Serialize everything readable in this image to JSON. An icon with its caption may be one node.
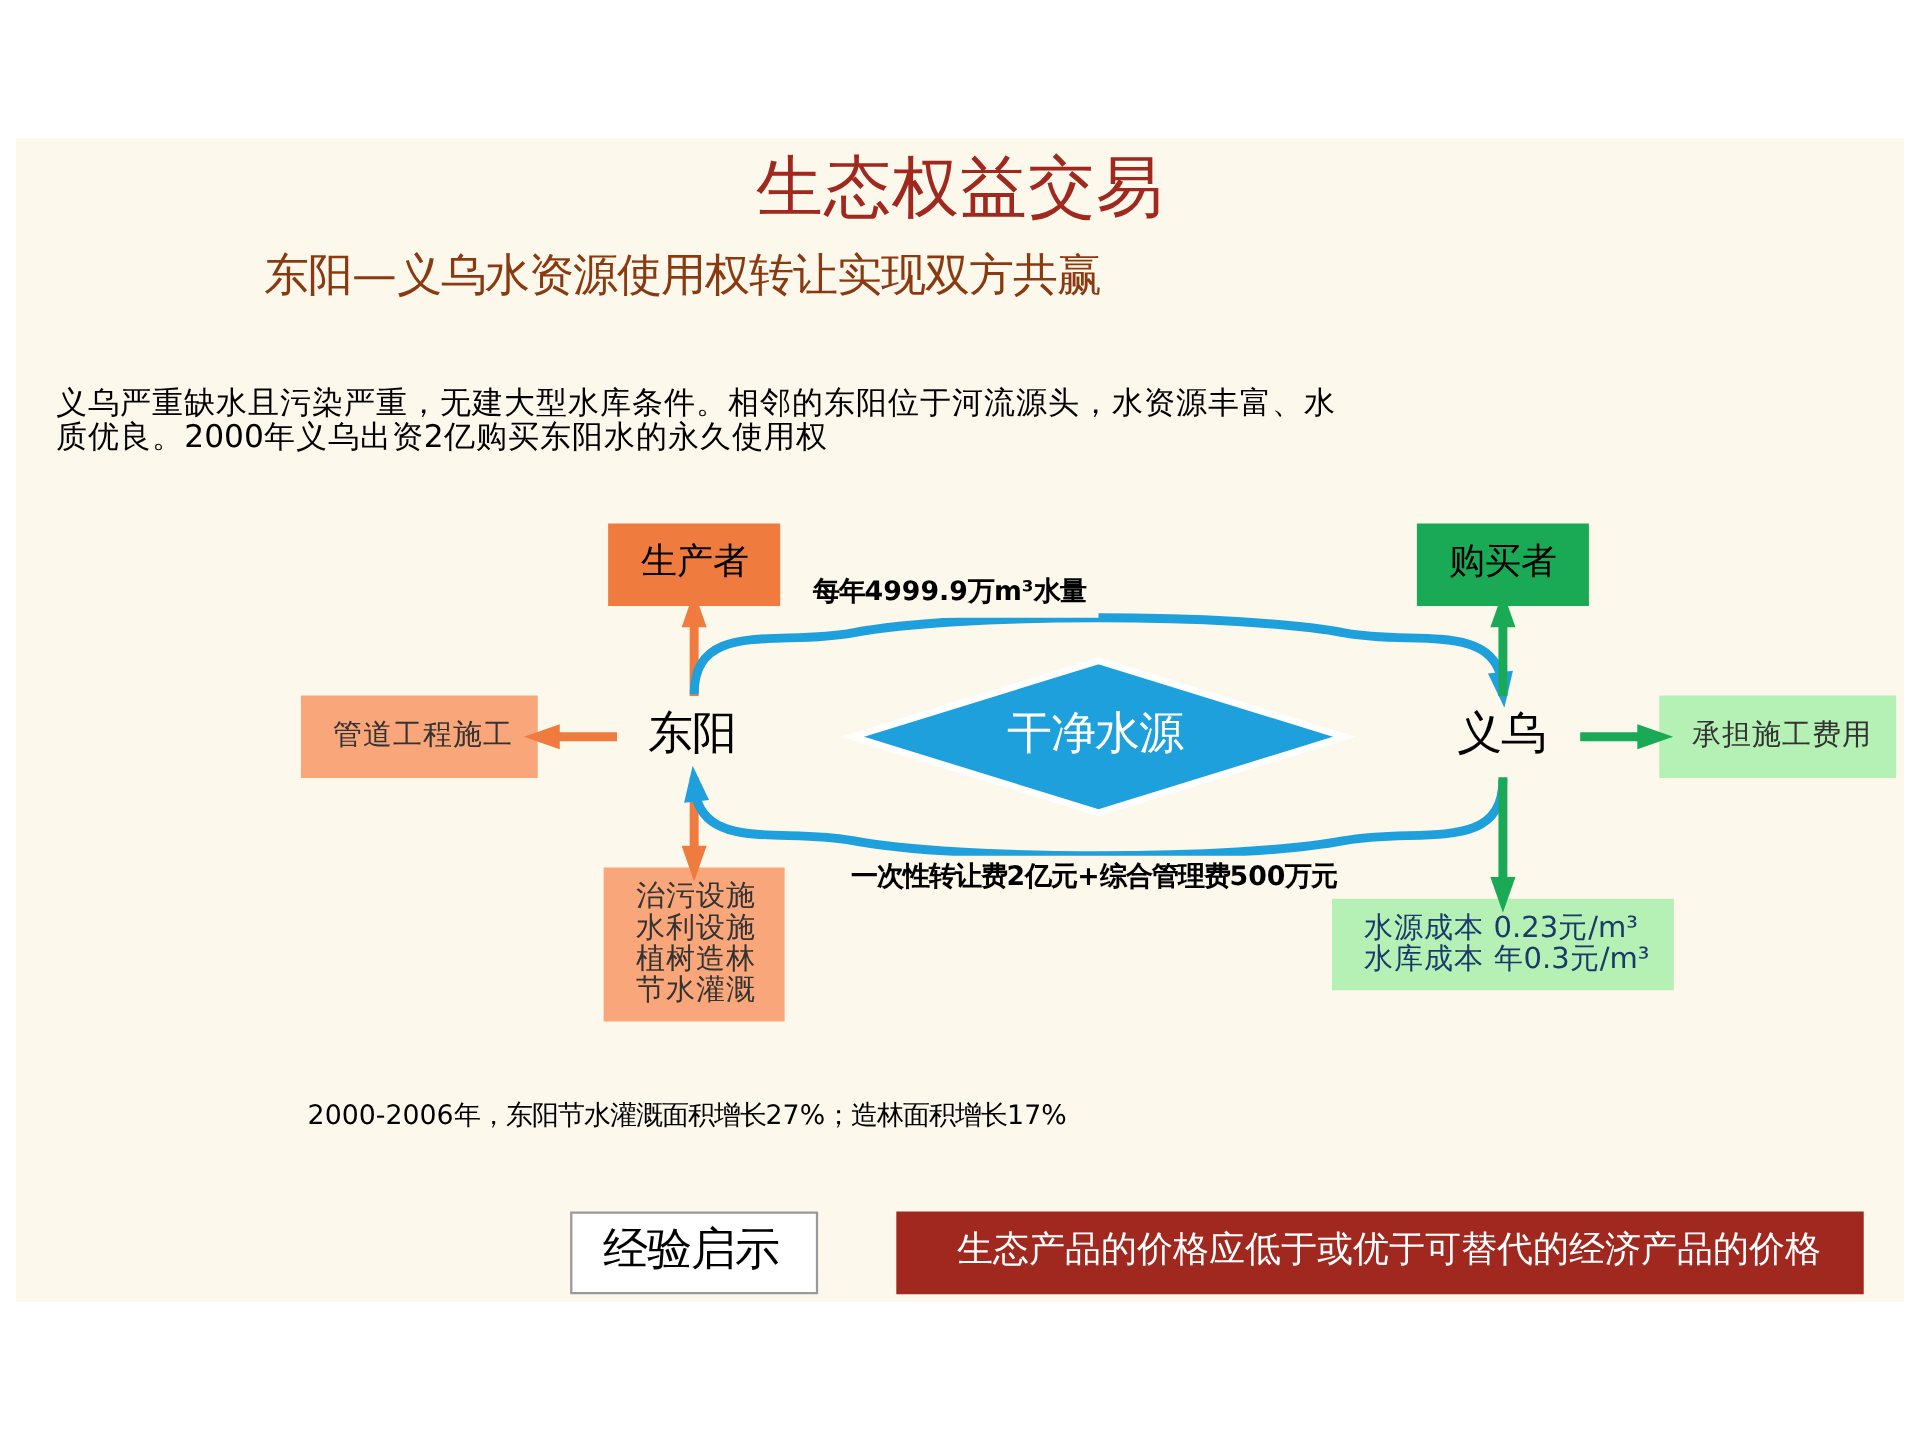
{
  "diagram": {
    "title": "生态权益交易",
    "nodes": [
      {
        "text": [
          "生产者"
        ]
      },
      {
        "text": [
          "管道工程施工"
        ]
      },
      {
        "text": [
          "治污设施",
          "水利设施",
          "植树造林",
          "节水灌溉"
        ]
      },
      {
        "text": [
          "东阳"
        ]
      },
      {
        "text": [
          "干净水源"
        ]
      },
      {
        "text": [
          "义乌"
        ]
      },
      {
        "text": [
          "购买者"
        ]
      },
      {
        "text": [
          "承担施工费用"
        ]
      },
      {
        "text": [
          "水源成本 0.23元/m³",
          "水库成本 年0.3元/m³"
        ]
      },
      {
        "text": [
          "经验启示"
        ]
      },
      {
        "text": [
          "生态产品的价格应低于或优于可替代的经济产品的价格"
        ]
      }
    ],
    "edges": [
      {
        "from": 3,
        "to": 0,
        "arrow": "to",
        "color": "#f07b3f"
      },
      {
        "from": 3,
        "to": 1,
        "arrow": "to",
        "color": "#f07b3f"
      },
      {
        "from": 3,
        "to": 2,
        "arrow": "to",
        "color": "#f07b3f"
      },
      {
        "from": 3,
        "to": 5,
        "arrow": "to",
        "label": "每年4999.9万m³水量",
        "color": "#1ea0dc"
      },
      {
        "from": 5,
        "to": 3,
        "arrow": "to",
        "label": "一次性转让费2亿元+综合管理费500万元",
        "color": "#1ea0dc"
      },
      {
        "from": 5,
        "to": 6,
        "arrow": "to",
        "color": "#1aaa55"
      },
      {
        "from": 5,
        "to": 7,
        "arrow": "to",
        "color": "#1aaa55"
      },
      {
        "from": 5,
        "to": 8,
        "arrow": "to",
        "color": "#1aaa55"
      }
    ],
    "labels": [
      "东阳—义乌水资源使用权转让实现双方共赢",
      "义乌严重缺水且污染严重，无建大型水库条件。相邻的东阳位于河流源头，水资源丰富、水质优良。2000年义乌出资2亿购买东阳水的永久使用权",
      "2000-2006年，东阳节水灌溉面积增长27%；造林面积增长17%"
    ]
  }
}
